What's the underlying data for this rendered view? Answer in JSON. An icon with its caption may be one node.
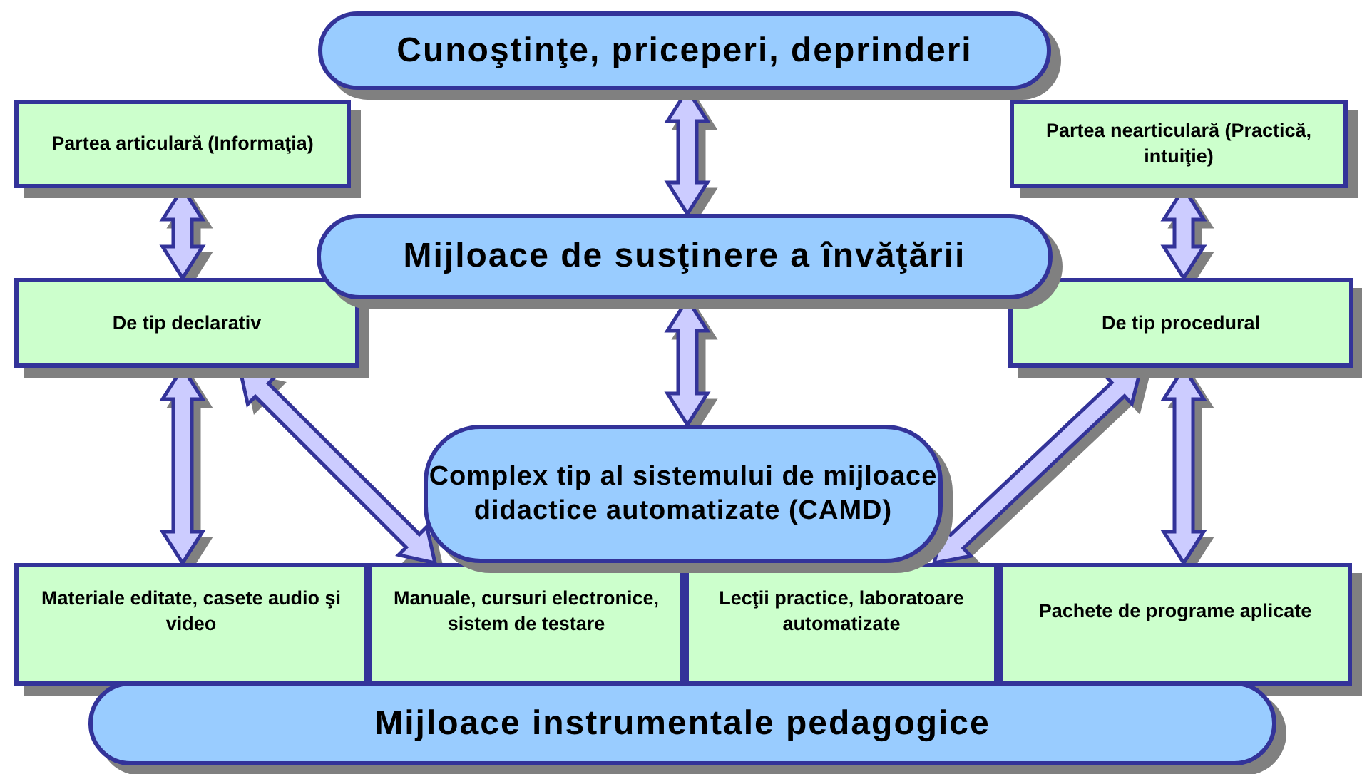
{
  "diagram": {
    "nodes": [
      {
        "text": [
          "Cunoştinţe, priceperi, deprinderi"
        ]
      },
      {
        "text": [
          "Partea articulară (Informaţia)"
        ]
      },
      {
        "text": [
          "Partea nearticulară (Practică, intuiţie)"
        ]
      },
      {
        "text": [
          "Mijloace de susţinere a învăţării"
        ]
      },
      {
        "text": [
          "De tip declarativ"
        ]
      },
      {
        "text": [
          "De tip procedural"
        ]
      },
      {
        "text": [
          "Complex tip al sistemului de mijloace didactice automatizate (CAMD)"
        ]
      },
      {
        "text": [
          "Materiale editate, casete audio şi video"
        ]
      },
      {
        "text": [
          "Manuale, cursuri electronice, sistem de testare"
        ]
      },
      {
        "text": [
          "Lecţii practice, laboratoare automatizate"
        ]
      },
      {
        "text": [
          "Pachete de programe aplicate"
        ]
      },
      {
        "text": [
          "Mijloace instrumentale pedagogice"
        ]
      }
    ],
    "edges": [
      {
        "from": 0,
        "to": 3,
        "arrow": "both"
      },
      {
        "from": 1,
        "to": 4,
        "arrow": "both"
      },
      {
        "from": 2,
        "to": 5,
        "arrow": "both"
      },
      {
        "from": 3,
        "to": 6,
        "arrow": "both"
      },
      {
        "from": 4,
        "to": 7,
        "arrow": "both"
      },
      {
        "from": 4,
        "to": 8,
        "arrow": "both"
      },
      {
        "from": 5,
        "to": 9,
        "arrow": "both"
      },
      {
        "from": 5,
        "to": 10,
        "arrow": "both"
      }
    ]
  }
}
